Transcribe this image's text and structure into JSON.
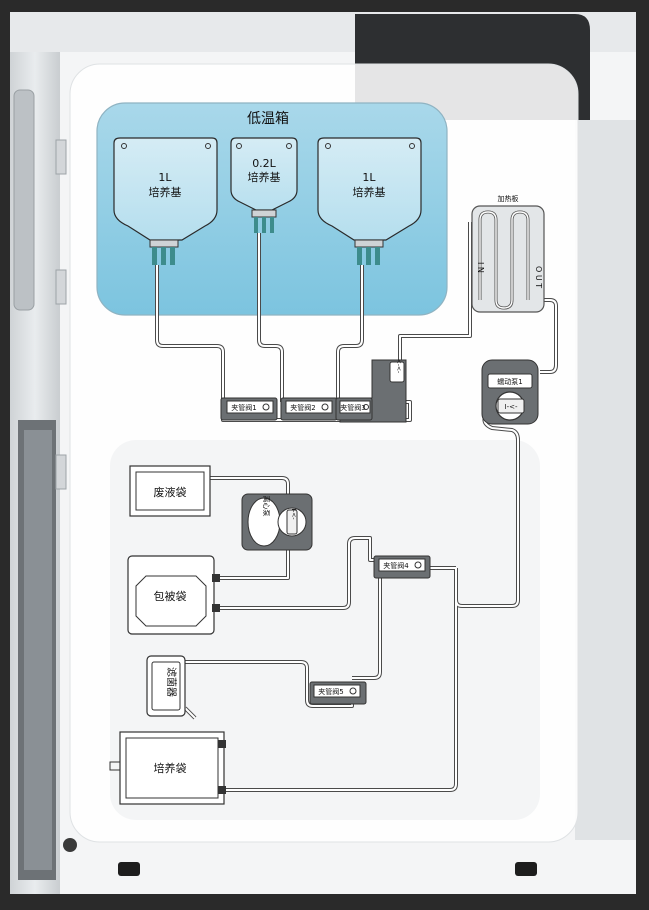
{
  "fridge": {
    "title": "低温箱"
  },
  "bags": [
    {
      "volume": "1L",
      "name": "培养基"
    },
    {
      "volume": "0.2L",
      "name": "培养基"
    },
    {
      "volume": "1L",
      "name": "培养基"
    }
  ],
  "heater": {
    "title": "加热板",
    "in_label": "I N",
    "out_label": "O U T"
  },
  "pump": {
    "title": "蠕动泵1",
    "symbol": "I-<-"
  },
  "top_module": {
    "symbol": "<-<-"
  },
  "valves": [
    "夹管阀1",
    "夹管阀2",
    "夹管阀3",
    "夹管阀4",
    "夹管阀5"
  ],
  "centrifuge": {
    "label": "离心泵",
    "symbol": "I-<-"
  },
  "containers": {
    "waste": "废液袋",
    "coated": "包被袋",
    "filter": "滤菌器",
    "culture": "培养袋"
  }
}
